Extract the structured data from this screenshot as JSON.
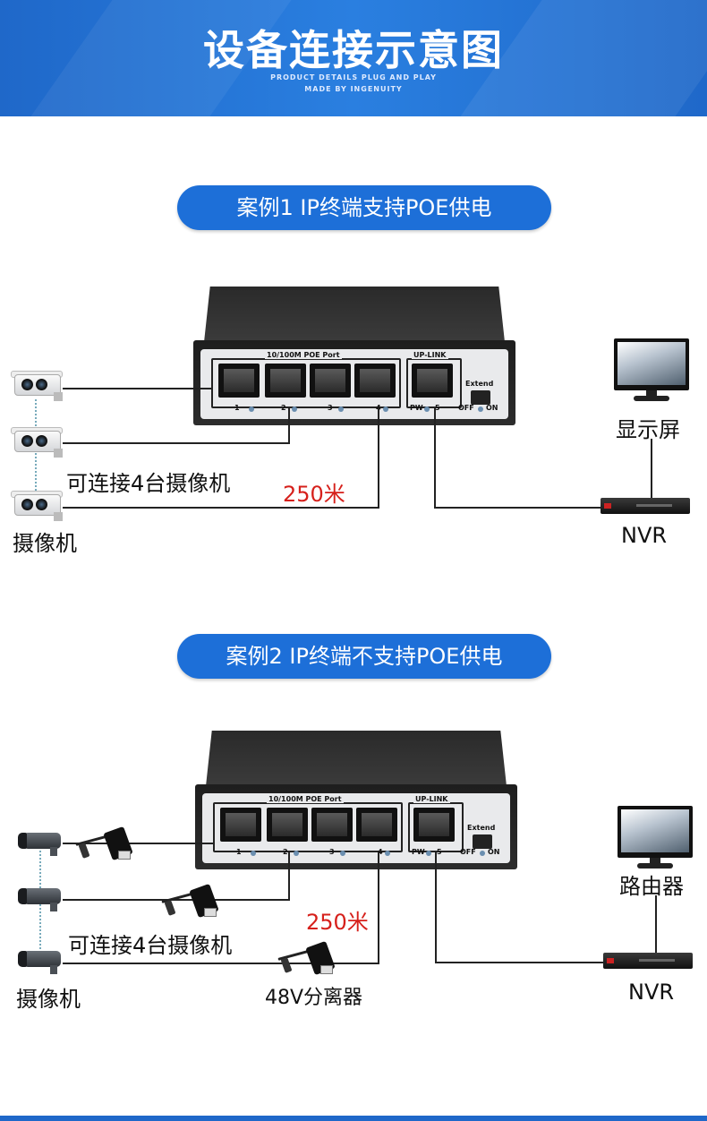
{
  "header": {
    "title": "设备连接示意图",
    "sub1": "PRODUCT DETAILS PLUG AND PLAY",
    "sub2": "MADE BY INGENUITY"
  },
  "switch_labels": {
    "poe_port": "10/100M  POE  Port",
    "uplink": "UP-LINK",
    "extend": "Extend",
    "p1": "1",
    "p2": "2",
    "p3": "3",
    "p4": "4",
    "pw": "PW",
    "p5": "5",
    "off": "OFF",
    "on": "ON"
  },
  "case1": {
    "pill": "案例1  IP终端支持POE供电",
    "monitor_label": "显示屏",
    "nvr_label": "NVR",
    "connect_label": "可连接4台摄像机",
    "distance": "250米",
    "camera_label": "摄像机"
  },
  "case2": {
    "pill": "案例2  IP终端不支持POE供电",
    "router_label": "路由器",
    "nvr_label": "NVR",
    "connect_label": "可连接4台摄像机",
    "distance": "250米",
    "camera_label": "摄像机",
    "splitter_label": "48V分离器"
  }
}
